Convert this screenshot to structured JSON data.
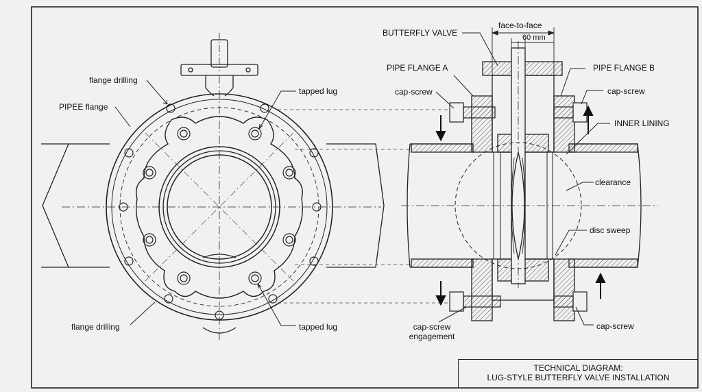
{
  "labels": {
    "flange_drilling_top": "flange drilling",
    "pipee_flange": "PIPEE flange",
    "tapped_lug_top": "tapped lug",
    "flange_drilling_bottom": "flange drilling",
    "tapped_lug_bottom": "tapped lug",
    "butterfly_valve": "BUTTERFLY VALVE",
    "face_to_face": "face-to-face",
    "dimension": "60 mm",
    "pipe_flange_a": "PIPE FLANGE A",
    "pipe_flange_b": "PIPE FLANGE B",
    "cap_screw_left": "cap-screw",
    "cap_screw_right": "cap-screw",
    "inner_lining": "INNER LINING",
    "clearance": "clearance",
    "disc_sweep": "disc sweep",
    "cap_screw_engagement_1": "cap-screw",
    "cap_screw_engagement_2": "engagement",
    "cap_screw_bottom_right": "cap-screw"
  },
  "title_block": {
    "line1": "TECHNICAL DIAGRAM:",
    "line2": "LUG-STYLE BUTTERFLY VALVE INSTALLATION"
  },
  "colors": {
    "background": "#f1f1f1",
    "line": "#222222",
    "hatch": "#555555"
  }
}
